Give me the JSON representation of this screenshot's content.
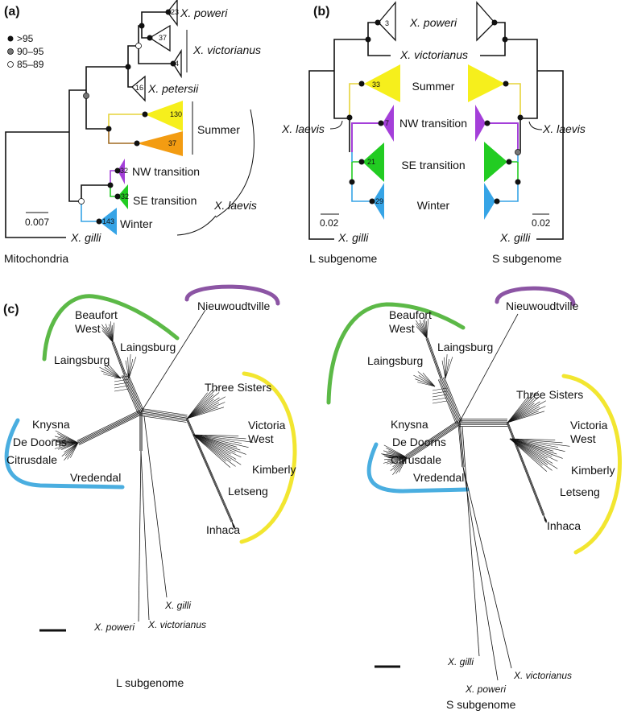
{
  "colors": {
    "summer": "#f6ef1c",
    "summer_b": "#f39c12",
    "nw": "#a43fd9",
    "se": "#22cc22",
    "winter": "#36a4e6",
    "summer_line": "#e6d43a",
    "orange_line": "#a06a20",
    "arc_green": "#5cb947",
    "arc_purple": "#8c55a4",
    "arc_blue": "#4aaee0",
    "arc_yellow": "#f2e630"
  },
  "panel_a": {
    "label": "(a)",
    "legend": [
      {
        "symbol": "black-dot",
        "text": ">95"
      },
      {
        "symbol": "gray-dot",
        "text": "90–95"
      },
      {
        "symbol": "white-dot",
        "text": "85–89"
      }
    ],
    "taxa": {
      "poweri": "X. poweri",
      "victorianus": "X. victorianus",
      "petersii": "X. petersii",
      "gilli": "X. gilli",
      "laevis": "X. laevis"
    },
    "clades": {
      "summer": "Summer",
      "nw": "NW transition",
      "se": "SE transition",
      "winter": "Winter"
    },
    "counts": {
      "poweri": "23",
      "vic1": "37",
      "vic2": "4",
      "petersii": "16",
      "summer": "130",
      "summer_b": "37",
      "nw": "32",
      "se": "32",
      "winter": "143"
    },
    "scale": "0.007",
    "caption": "Mitochondria"
  },
  "panel_b": {
    "label": "(b)",
    "taxa": {
      "poweri": "X. poweri",
      "victorianus": "X. victorianus",
      "gilli_l": "X. gilli",
      "gilli_s": "X. gilli",
      "laevis_l": "X. laevis",
      "laevis_s": "X. laevis"
    },
    "clades": {
      "summer": "Summer",
      "nw": "NW transition",
      "se": "SE transition",
      "winter": "Winter"
    },
    "counts": {
      "poweri": "3",
      "summer": "33",
      "nw": "7",
      "se": "21",
      "winter": "29"
    },
    "scale_l": "0.02",
    "scale_s": "0.02",
    "caption_l": "L subgenome",
    "caption_s": "S subgenome"
  },
  "panel_c": {
    "label": "(c)",
    "left": {
      "nieuwoudtville": "Nieuwoudtville",
      "beaufort1": "Beaufort",
      "beaufort2": "West",
      "laingsburg1": "Laingsburg",
      "laingsburg2": "Laingsburg",
      "three_sisters": "Three Sisters",
      "victoria1": "Victoria",
      "victoria2": "West",
      "kimberly": "Kimberly",
      "letseng": "Letseng",
      "inhaca": "Inhaca",
      "knysna": "Knysna",
      "de_doorns": "De Doorns",
      "citrusdale": "Citrusdale",
      "vredendal": "Vredendal",
      "gilli": "X. gilli",
      "poweri": "X. poweri",
      "victorianus": "X. victorianus",
      "caption": "L subgenome"
    },
    "right": {
      "nieuwoudtville": "Nieuwoudtville",
      "beaufort1": "Beaufort",
      "beaufort2": "West",
      "laingsburg1": "Laingsburg",
      "laingsburg2": "Laingsburg",
      "three_sisters": "Three Sisters",
      "victoria1": "Victoria",
      "victoria2": "West",
      "kimberly": "Kimberly",
      "letseng": "Letseng",
      "inhaca": "Inhaca",
      "knysna": "Knysna",
      "de_doorns": "De Doorns",
      "citrusdale": "Citrusdale",
      "vredendal": "Vredendal",
      "gilli": "X. gilli",
      "poweri": "X. poweri",
      "victorianus": "X. victorianus",
      "caption": "S subgenome"
    }
  }
}
